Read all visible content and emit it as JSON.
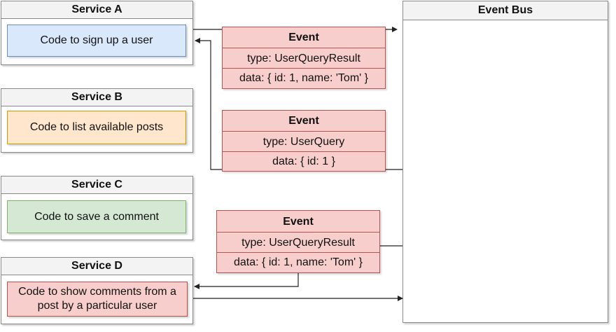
{
  "services": {
    "a": {
      "title": "Service A",
      "code": "Code to sign up a user"
    },
    "b": {
      "title": "Service B",
      "code": "Code to list available posts"
    },
    "c": {
      "title": "Service C",
      "code": "Code to save a comment"
    },
    "d": {
      "title": "Service D",
      "code_line1": "Code to show comments from a",
      "code_line2": "post by a particular user"
    }
  },
  "events": {
    "e1": {
      "title": "Event",
      "type": "type: UserQueryResult",
      "data": "data: { id: 1, name: 'Tom' }"
    },
    "e2": {
      "title": "Event",
      "type": "type: UserQuery",
      "data": "data: { id: 1 }"
    },
    "e3": {
      "title": "Event",
      "type": "type: UserQueryResult",
      "data": "data: { id: 1, name: 'Tom' }"
    }
  },
  "bus": {
    "title": "Event Bus"
  },
  "colors": {
    "blue_fill": "#dae8fc",
    "orange_fill": "#ffe6cc",
    "green_fill": "#d5e8d4",
    "red_fill": "#f8cecc",
    "red_stroke": "#b85450",
    "connector": "#222222"
  }
}
